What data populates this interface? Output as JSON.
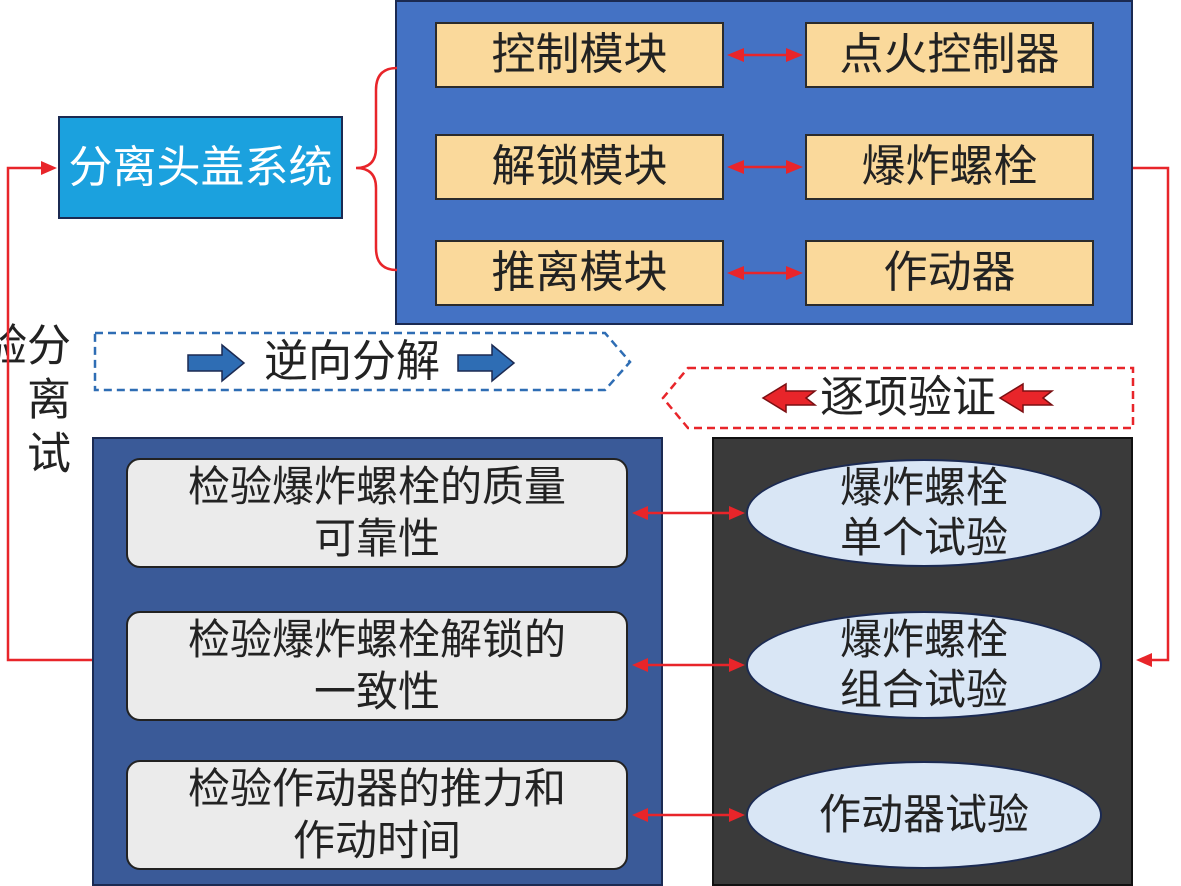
{
  "system_label": "分离头盖系统",
  "modules": [
    {
      "name": "控制模块",
      "component": "点火控制器"
    },
    {
      "name": "解锁模块",
      "component": "爆炸螺栓"
    },
    {
      "name": "推离模块",
      "component": "作动器"
    }
  ],
  "side_label": "分离试验",
  "decompose_label": "逆向分解",
  "verify_label": "逐项验证",
  "checks": [
    {
      "lines": [
        "检验爆炸螺栓的质量",
        "可靠性"
      ]
    },
    {
      "lines": [
        "检验爆炸螺栓解锁的",
        "一致性"
      ]
    },
    {
      "lines": [
        "检验作动器的推力和",
        "作动时间"
      ]
    }
  ],
  "tests": [
    {
      "lines": [
        "爆炸螺栓",
        "单个试验"
      ]
    },
    {
      "lines": [
        "爆炸螺栓",
        "组合试验"
      ]
    },
    {
      "lines": [
        "作动器试验"
      ]
    }
  ],
  "colors": {
    "system_box": "#1BA1DE",
    "module_panel": "#4472C4",
    "module_box": "#FAD99B",
    "check_panel": "#3A5A98",
    "check_box": "#EBEBEB",
    "test_panel": "#3A3A3A",
    "test_ellipse": "#D9E6F5",
    "connector": "#E8252A",
    "decompose_arrow": "#2E6DB4"
  }
}
